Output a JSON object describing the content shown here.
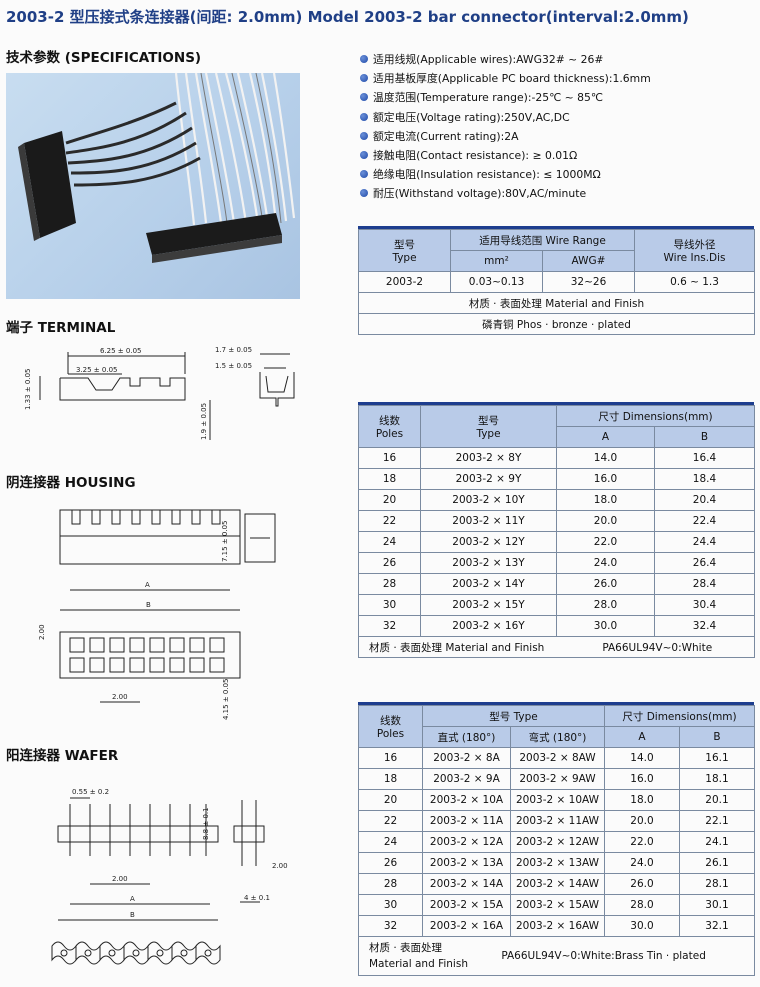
{
  "title": "2003-2 型压接式条连接器(间距: 2.0mm) Model 2003-2 bar connector(interval:2.0mm)",
  "sections": {
    "specifications": "技术参数 (SPECIFICATIONS)",
    "terminal": "端子 TERMINAL",
    "housing": "阴连接器 HOUSING",
    "wafer": "阳连接器 WAFER"
  },
  "specs": [
    "适用线规(Applicable wires):AWG32# ~ 26#",
    "适用基板厚度(Applicable PC board thickness):1.6mm",
    "温度范围(Temperature range):-25℃ ~ 85℃",
    "额定电压(Voltage rating):250V,AC,DC",
    "额定电流(Current rating):2A",
    "接触电阻(Contact resistance): ≥ 0.01Ω",
    "绝缘电阻(Insulation resistance): ≤ 1000MΩ",
    "耐压(Withstand voltage):80V,AC/minute"
  ],
  "wire_table": {
    "h_model_cn": "型号",
    "h_model_en": "Type",
    "h_range": "适用导线范围 Wire Range",
    "h_mm2": "mm²",
    "h_awg": "AWG#",
    "h_dia_cn": "导线外径",
    "h_dia_en": "Wire Ins.Dis",
    "row": [
      "2003-2",
      "0.03~0.13",
      "32~26",
      "0.6 ~ 1.3"
    ],
    "material_label": "材质 · 表面处理 Material and Finish",
    "material_value": "磷青铜 Phos · bronze · plated"
  },
  "housing_table": {
    "h_poles_cn": "线数",
    "h_poles_en": "Poles",
    "h_type_cn": "型号",
    "h_type_en": "Type",
    "h_dim": "尺寸 Dimensions(mm)",
    "h_a": "A",
    "h_b": "B",
    "rows": [
      [
        "16",
        "2003-2 × 8Y",
        "14.0",
        "16.4"
      ],
      [
        "18",
        "2003-2 × 9Y",
        "16.0",
        "18.4"
      ],
      [
        "20",
        "2003-2 × 10Y",
        "18.0",
        "20.4"
      ],
      [
        "22",
        "2003-2 × 11Y",
        "20.0",
        "22.4"
      ],
      [
        "24",
        "2003-2 × 12Y",
        "22.0",
        "24.4"
      ],
      [
        "26",
        "2003-2 × 13Y",
        "24.0",
        "26.4"
      ],
      [
        "28",
        "2003-2 × 14Y",
        "26.0",
        "28.4"
      ],
      [
        "30",
        "2003-2 × 15Y",
        "28.0",
        "30.4"
      ],
      [
        "32",
        "2003-2 × 16Y",
        "30.0",
        "32.4"
      ]
    ],
    "material_label": "材质 · 表面处理 Material and Finish",
    "material_value": "PA66UL94V~0:White"
  },
  "wafer_table": {
    "h_poles_cn": "线数",
    "h_poles_en": "Poles",
    "h_type": "型号 Type",
    "h_straight": "直式 (180°)",
    "h_angle": "弯式 (180°)",
    "h_dim": "尺寸 Dimensions(mm)",
    "h_a": "A",
    "h_b": "B",
    "rows": [
      [
        "16",
        "2003-2 × 8A",
        "2003-2 × 8AW",
        "14.0",
        "16.1"
      ],
      [
        "18",
        "2003-2 × 9A",
        "2003-2 × 9AW",
        "16.0",
        "18.1"
      ],
      [
        "20",
        "2003-2 × 10A",
        "2003-2 × 10AW",
        "18.0",
        "20.1"
      ],
      [
        "22",
        "2003-2 × 11A",
        "2003-2 × 11AW",
        "20.0",
        "22.1"
      ],
      [
        "24",
        "2003-2 × 12A",
        "2003-2 × 12AW",
        "22.0",
        "24.1"
      ],
      [
        "26",
        "2003-2 × 13A",
        "2003-2 × 13AW",
        "24.0",
        "26.1"
      ],
      [
        "28",
        "2003-2 × 14A",
        "2003-2 × 14AW",
        "26.0",
        "28.1"
      ],
      [
        "30",
        "2003-2 × 15A",
        "2003-2 × 15AW",
        "28.0",
        "30.1"
      ],
      [
        "32",
        "2003-2 × 16A",
        "2003-2 × 16AW",
        "30.0",
        "32.1"
      ]
    ],
    "material_label_cn": "材质 · 表面处理",
    "material_label_en": "Material and Finish",
    "material_value": "PA66UL94V~0:White:Brass Tin · plated"
  },
  "dims": {
    "t1": "6.25 ± 0.05",
    "t2": "3.25 ± 0.05",
    "t3": "1.33 ± 0.05",
    "t4": "1.9 ± 0.05",
    "t5": "1.7 ± 0.05",
    "t6": "1.5 ± 0.05",
    "h1": "7.15 ± 0.05",
    "h2": "A",
    "h3": "B",
    "h4": "2.00",
    "h5": "2.00",
    "h6": "4.15 ± 0.05",
    "w1": "0.55 ± 0.2",
    "w2": "8.8 ± 0.1",
    "w3": "2.00",
    "w4": "A",
    "w5": "B",
    "w6": "2.00",
    "w7": "4 ± 0.1"
  },
  "colors": {
    "header_bg": "#b9cbe8",
    "accent": "#1d3d8e",
    "photo_bg": "#b7d0ea"
  }
}
